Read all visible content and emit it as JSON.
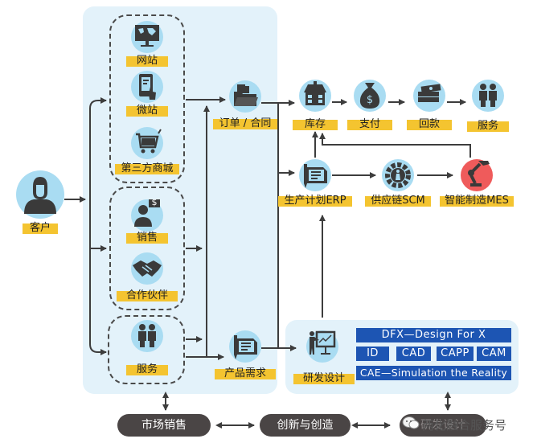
{
  "diagram": {
    "customer": {
      "label": "客户",
      "icon": "user-icon"
    },
    "channels_group": [
      {
        "label": "网站",
        "icon": "monitor-world-map-icon"
      },
      {
        "label": "微站",
        "icon": "mobile-touch-icon"
      },
      {
        "label": "第三方商城",
        "icon": "shopping-cart-icon"
      }
    ],
    "sales_group": [
      {
        "label": "销售",
        "icon": "salesperson-dollar-icon"
      },
      {
        "label": "合作伙伴",
        "icon": "handshake-icon"
      }
    ],
    "service_group": [
      {
        "label": "服务",
        "icon": "two-people-icon"
      }
    ],
    "order": {
      "label": "订单 / 合同",
      "icon": "folder-documents-icon"
    },
    "product_demand": {
      "label": "产品需求",
      "icon": "document-pen-icon"
    },
    "top_chain": [
      {
        "label": "库存",
        "icon": "warehouse-icon"
      },
      {
        "label": "支付",
        "icon": "money-bag-icon"
      },
      {
        "label": "回款",
        "icon": "cash-stack-icon"
      },
      {
        "label": "服务",
        "icon": "two-people-icon"
      }
    ],
    "mid_chain": [
      {
        "label": "生产计划ERP",
        "icon": "document-pen-icon"
      },
      {
        "label": "供应链SCM",
        "icon": "gear-person-icon"
      },
      {
        "label": "智能制造MES",
        "icon": "robot-arm-icon"
      }
    ],
    "rnd": {
      "label": "研发设计",
      "icon": "presentation-board-icon",
      "boxes": {
        "dfx": "DFX—Design For X",
        "row": [
          "ID",
          "CAD",
          "CAPP",
          "CAM"
        ],
        "cae": "CAE—Simulation the Reality"
      }
    },
    "bottom_pills": [
      "市场销售",
      "创新与创造",
      "研发设计"
    ],
    "watermark": "两化融合服务号",
    "colors": {
      "panel": "#e3f2fa",
      "circle": "#a9dcf2",
      "circle_alert": "#ef5b5b",
      "label_bg": "#f4c430",
      "blue_box": "#1d55b3",
      "pill": "#4a4545",
      "line": "#3d3d3d"
    }
  }
}
